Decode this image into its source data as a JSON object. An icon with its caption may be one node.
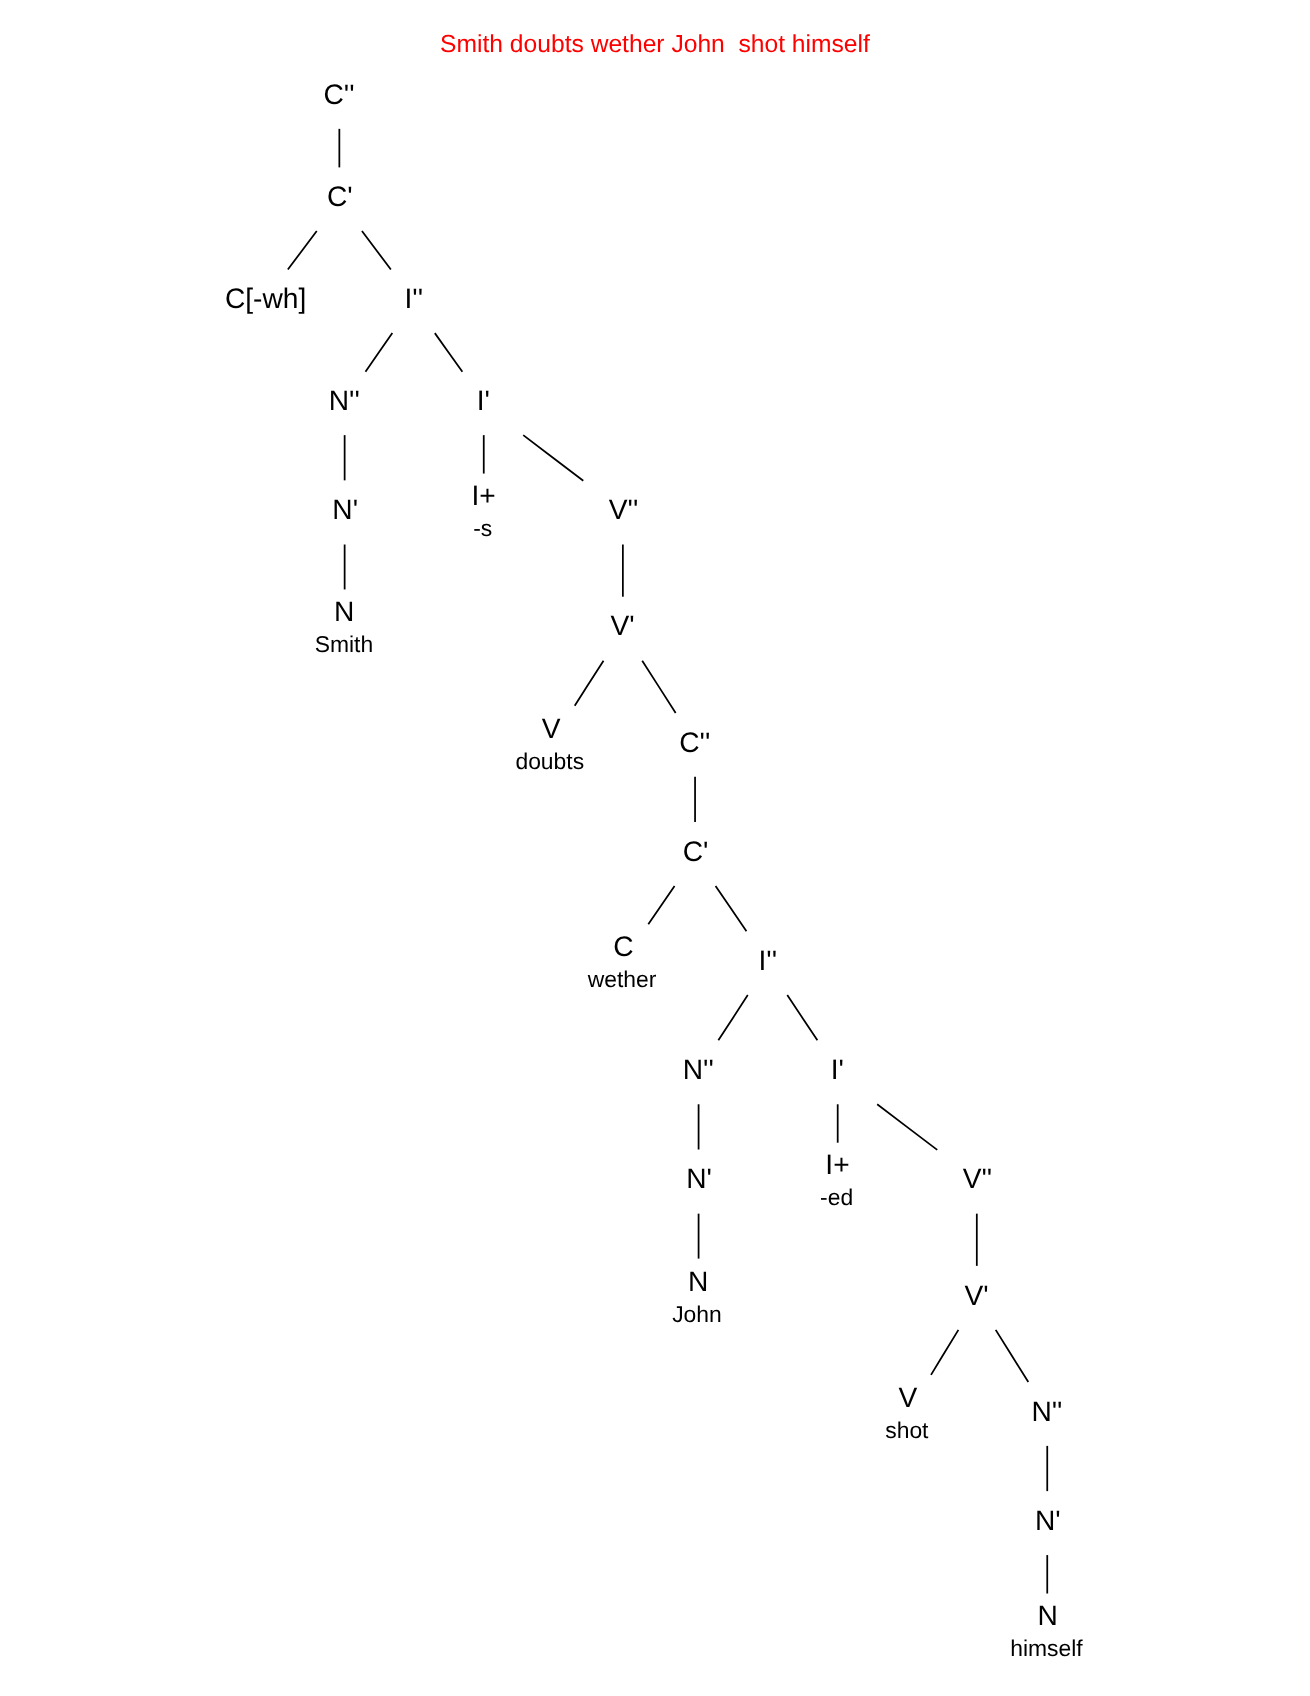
{
  "diagram": {
    "title": "Smith doubts wether John  shot himself",
    "nodes": [
      {
        "text": [
          "C''"
        ]
      },
      {
        "text": [
          "C'"
        ]
      },
      {
        "text": [
          "C[-wh]"
        ]
      },
      {
        "text": [
          "I''"
        ]
      },
      {
        "text": [
          "N''"
        ]
      },
      {
        "text": [
          "N'"
        ]
      },
      {
        "text": [
          "N"
        ],
        "beside": [
          "Smith"
        ]
      },
      {
        "text": [
          "I'"
        ]
      },
      {
        "text": [
          "I+"
        ],
        "beside": [
          "-s"
        ]
      },
      {
        "text": [
          "V''"
        ]
      },
      {
        "text": [
          "V'"
        ]
      },
      {
        "text": [
          "V"
        ],
        "beside": [
          "doubts"
        ]
      },
      {
        "text": [
          "C''"
        ]
      },
      {
        "text": [
          "C'"
        ]
      },
      {
        "text": [
          "C"
        ],
        "beside": [
          "wether"
        ]
      },
      {
        "text": [
          "I''"
        ]
      },
      {
        "text": [
          "N''"
        ]
      },
      {
        "text": [
          "N'"
        ]
      },
      {
        "text": [
          "N"
        ],
        "beside": [
          "John"
        ]
      },
      {
        "text": [
          "I'"
        ]
      },
      {
        "text": [
          "I+"
        ],
        "beside": [
          "-ed"
        ]
      },
      {
        "text": [
          "V''"
        ]
      },
      {
        "text": [
          "V'"
        ]
      },
      {
        "text": [
          "V"
        ],
        "beside": [
          "shot"
        ]
      },
      {
        "text": [
          "N''"
        ]
      },
      {
        "text": [
          "N'"
        ]
      },
      {
        "text": [
          "N"
        ],
        "beside": [
          "himself"
        ]
      }
    ],
    "edges": [
      {
        "from": 0,
        "to": 1,
        "arrow": "none"
      },
      {
        "from": 1,
        "to": 2,
        "arrow": "none"
      },
      {
        "from": 1,
        "to": 3,
        "arrow": "none"
      },
      {
        "from": 3,
        "to": 4,
        "arrow": "none"
      },
      {
        "from": 4,
        "to": 5,
        "arrow": "none"
      },
      {
        "from": 5,
        "to": 6,
        "arrow": "none"
      },
      {
        "from": 3,
        "to": 7,
        "arrow": "none"
      },
      {
        "from": 7,
        "to": 8,
        "arrow": "none"
      },
      {
        "from": 7,
        "to": 9,
        "arrow": "none"
      },
      {
        "from": 9,
        "to": 10,
        "arrow": "none"
      },
      {
        "from": 10,
        "to": 11,
        "arrow": "none"
      },
      {
        "from": 10,
        "to": 12,
        "arrow": "none"
      },
      {
        "from": 12,
        "to": 13,
        "arrow": "none"
      },
      {
        "from": 13,
        "to": 14,
        "arrow": "none"
      },
      {
        "from": 13,
        "to": 15,
        "arrow": "none"
      },
      {
        "from": 15,
        "to": 16,
        "arrow": "none"
      },
      {
        "from": 16,
        "to": 17,
        "arrow": "none"
      },
      {
        "from": 17,
        "to": 18,
        "arrow": "none"
      },
      {
        "from": 15,
        "to": 19,
        "arrow": "none"
      },
      {
        "from": 19,
        "to": 20,
        "arrow": "none"
      },
      {
        "from": 19,
        "to": 21,
        "arrow": "none"
      },
      {
        "from": 21,
        "to": 22,
        "arrow": "none"
      },
      {
        "from": 22,
        "to": 23,
        "arrow": "none"
      },
      {
        "from": 22,
        "to": 24,
        "arrow": "none"
      },
      {
        "from": 24,
        "to": 25,
        "arrow": "none"
      },
      {
        "from": 25,
        "to": 26,
        "arrow": "none"
      }
    ]
  }
}
